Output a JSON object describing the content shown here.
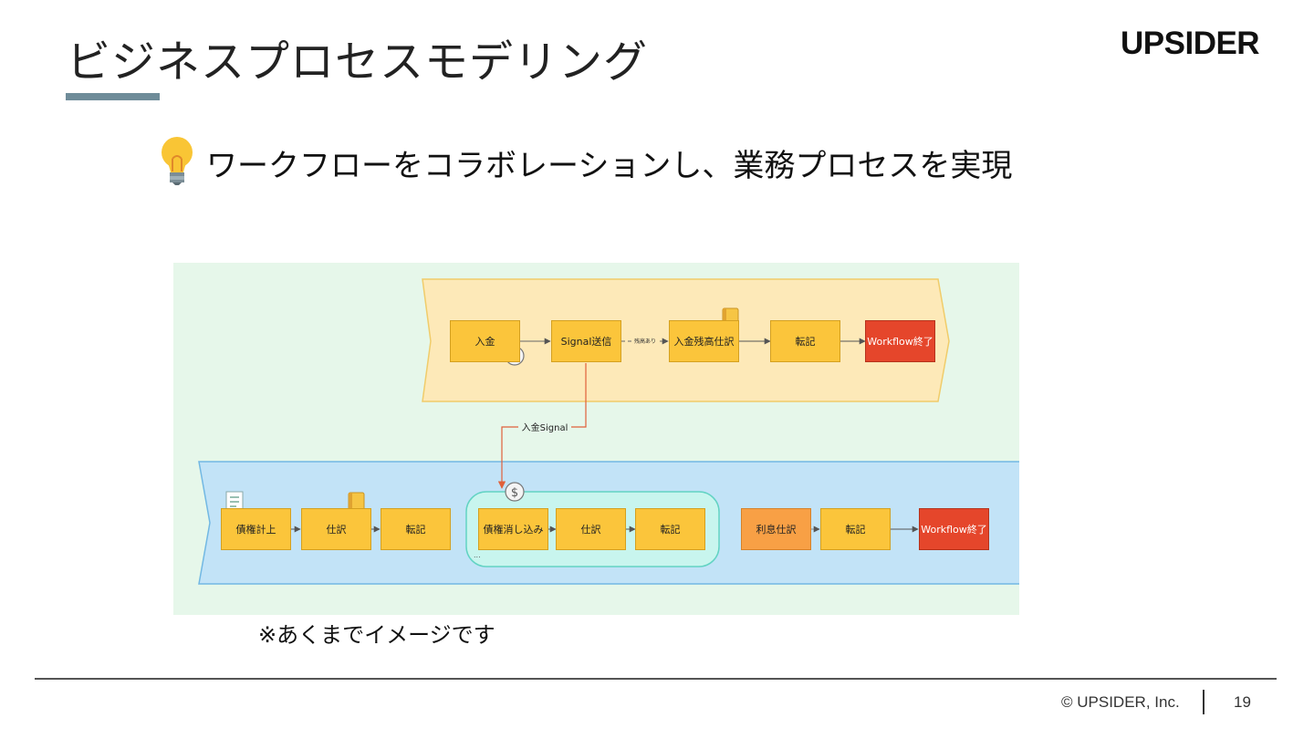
{
  "slide": {
    "title": "ビジネスプロセスモデリング",
    "logo": "UPSIDER",
    "subtitle": "ワークフローをコラボレーションし、業務プロセスを実現",
    "subtitle_icon": "lightbulb-icon",
    "note": "※あくまでイメージです",
    "copyright": "© UPSIDER, Inc.",
    "page_number": "19",
    "accent_color": "#6f8c99"
  },
  "diagram": {
    "colors": {
      "background": "#e6f7ea",
      "top_lane": "#fde9b8",
      "bottom_lane": "#c2e3f7",
      "group": "#c8f5ee",
      "task": "#fbc53b",
      "task_orange": "#f8a045",
      "task_end": "#e5462b",
      "signal_line": "#e0603a"
    },
    "top_lane": {
      "tasks": [
        "入金",
        "Signal送信",
        "入金残高仕訳",
        "転記",
        "Workflow終了"
      ],
      "condition_label": "残高あり"
    },
    "signal_label": "入金Signal",
    "bottom_lane": {
      "tasks": [
        "債権計上",
        "仕訳",
        "転記",
        "債権消し込み",
        "仕訳",
        "転記",
        "利息仕訳",
        "転記",
        "Workflow終了"
      ],
      "group_ellipsis": "..."
    },
    "icons": [
      "dollar-icon",
      "notebook-icon",
      "receipt-icon"
    ]
  }
}
